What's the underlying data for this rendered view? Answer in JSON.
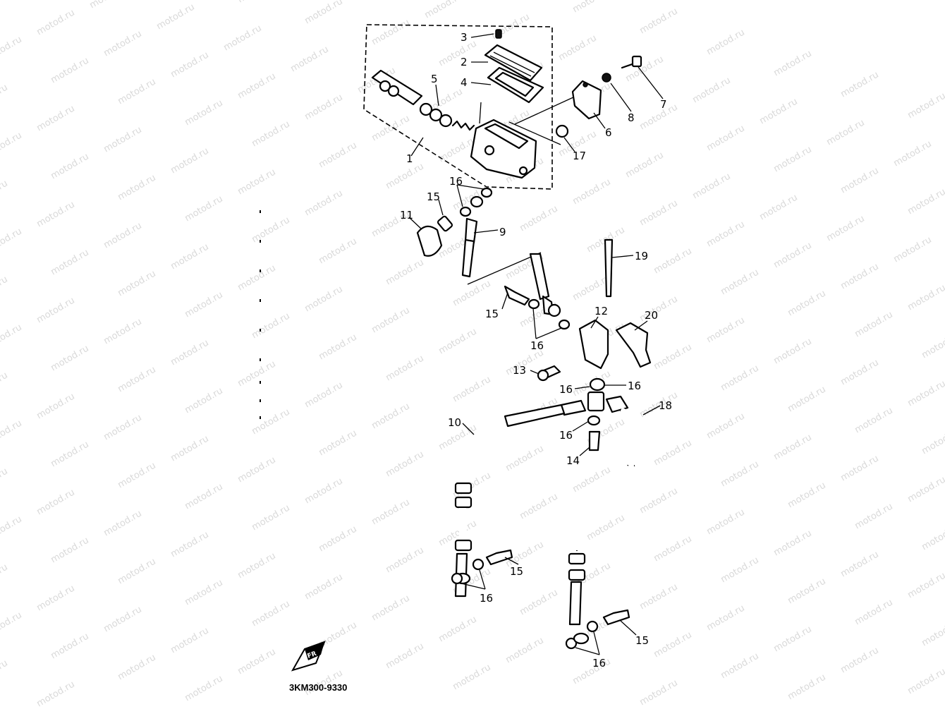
{
  "watermark": {
    "text": "motod.ru",
    "color": "#d9d9d9"
  },
  "diagram": {
    "code": "3KM300-9330",
    "callouts": [
      {
        "id": "c3",
        "num": "3"
      },
      {
        "id": "c2",
        "num": "2"
      },
      {
        "id": "c4",
        "num": "4"
      },
      {
        "id": "c5",
        "num": "5"
      },
      {
        "id": "c1",
        "num": "1"
      },
      {
        "id": "c7",
        "num": "7"
      },
      {
        "id": "c8",
        "num": "8"
      },
      {
        "id": "c6",
        "num": "6"
      },
      {
        "id": "c17",
        "num": "17"
      },
      {
        "id": "c16a",
        "num": "16"
      },
      {
        "id": "c15a",
        "num": "15"
      },
      {
        "id": "c11",
        "num": "11"
      },
      {
        "id": "c9",
        "num": "9"
      },
      {
        "id": "c19",
        "num": "19"
      },
      {
        "id": "c15b",
        "num": "15"
      },
      {
        "id": "c12",
        "num": "12"
      },
      {
        "id": "c20",
        "num": "20"
      },
      {
        "id": "c16b",
        "num": "16"
      },
      {
        "id": "c13",
        "num": "13"
      },
      {
        "id": "c16c",
        "num": "16"
      },
      {
        "id": "c16d",
        "num": "16"
      },
      {
        "id": "c18",
        "num": "18"
      },
      {
        "id": "c10",
        "num": "10"
      },
      {
        "id": "c16e",
        "num": "16"
      },
      {
        "id": "c14",
        "num": "14"
      },
      {
        "id": "c15c",
        "num": "15"
      },
      {
        "id": "c16f",
        "num": "16"
      },
      {
        "id": "c15d",
        "num": "15"
      },
      {
        "id": "c16g",
        "num": "16"
      }
    ],
    "icons": {
      "front_indicator": "front-arrow-icon"
    }
  }
}
